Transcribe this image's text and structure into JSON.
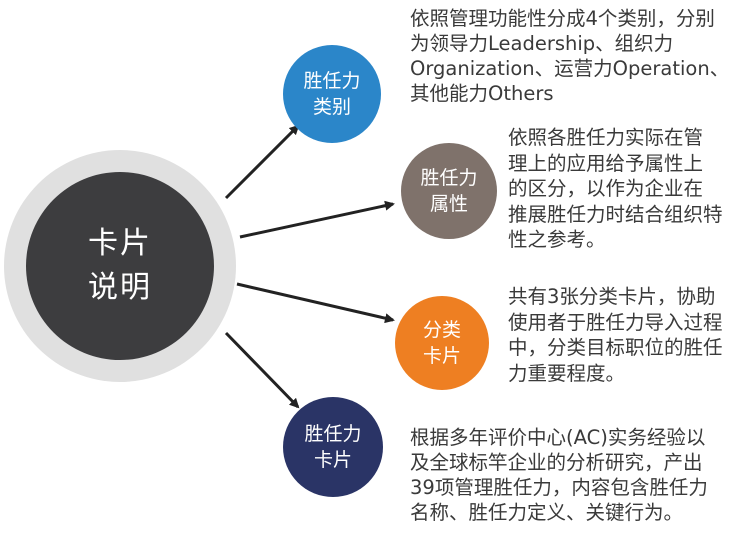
{
  "hub": {
    "line1": "卡片",
    "line2": "说明",
    "ring_color": "#e0e0e0",
    "fill_color": "#3d3d3f"
  },
  "nodes": [
    {
      "line1": "胜任力",
      "line2": "类别",
      "color": "#2b86c9",
      "desc": [
        "依照管理功能性分成4个类别，分别",
        "为领导力Leadership、组织力",
        "Organization、运营力Operation、",
        "其他能力Others"
      ]
    },
    {
      "line1": "胜任力",
      "line2": "属性",
      "color": "#7f726b",
      "desc": [
        "依照各胜任力实际在管",
        "理上的应用给予属性上",
        "的区分，以作为企业在",
        "推展胜任力时结合组织特",
        "性之参考。"
      ]
    },
    {
      "line1": "分类",
      "line2": "卡片",
      "color": "#ee7f22",
      "desc": [
        "共有3张分类卡片，协助",
        "使用者于胜任力导入过程",
        "中，分类目标职位的胜任",
        "力重要程度。"
      ]
    },
    {
      "line1": "胜任力",
      "line2": "卡片",
      "color": "#2a3466",
      "desc": [
        "根据多年评价中心(AC)实务经验以",
        "及全球标竿企业的分析研究，产出",
        "39项管理胜任力，内容包含胜任力",
        "名称、胜任力定义、关键行为。"
      ]
    }
  ]
}
